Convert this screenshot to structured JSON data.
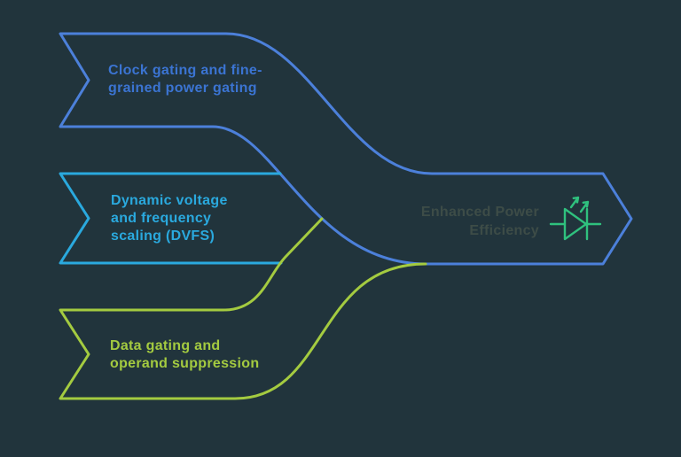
{
  "title": "Power efficiency techniques merge diagram",
  "colors": {
    "background": "#21343c",
    "band1": "#4c80da",
    "band1_text": "#3b74d2",
    "band2": "#2aa9de",
    "band3": "#a4cb40",
    "output_text": "#3d4c47",
    "led": "#2fc17e"
  },
  "bands": [
    {
      "id": "clock-gating",
      "lines": [
        "Clock gating and fine-",
        "grained power gating"
      ]
    },
    {
      "id": "dvfs",
      "lines": [
        "Dynamic voltage",
        "and frequency",
        "scaling (DVFS)"
      ]
    },
    {
      "id": "data-gating",
      "lines": [
        "Data gating and",
        "operand suppression"
      ]
    }
  ],
  "output": {
    "lines": [
      "Enhanced Power",
      "Efficiency"
    ],
    "icon": "led-diode-icon"
  }
}
